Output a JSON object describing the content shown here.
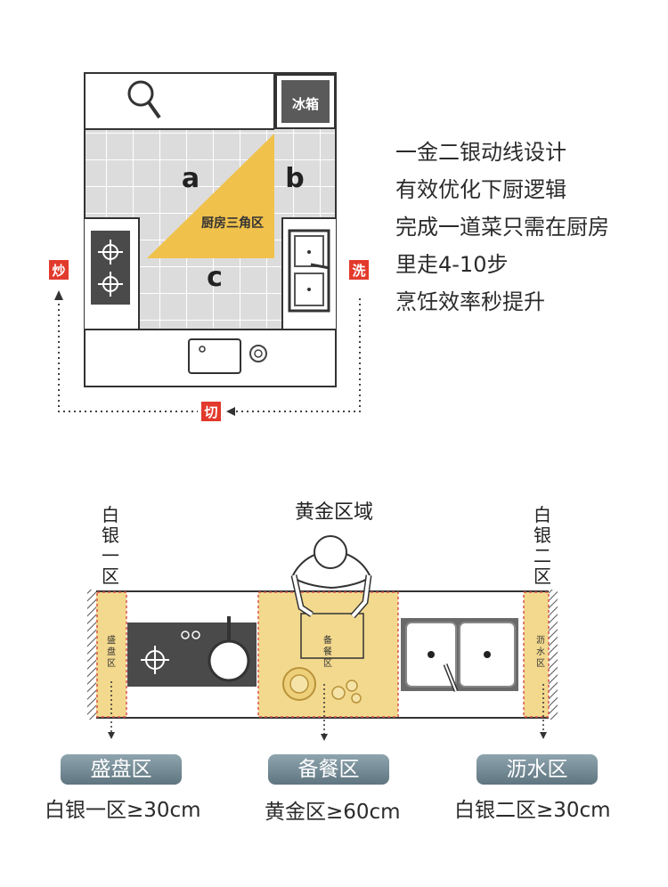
{
  "colors": {
    "gold": "#f0c14b",
    "gold_zone": "#f3d98e",
    "red_badge": "#e23a2c",
    "pill": "#6f8691",
    "tile": "#dcdcdc",
    "dark_appliance": "#4a4a4a"
  },
  "top_plan": {
    "fridge_label": "冰箱",
    "zone_a": "a",
    "zone_b": "b",
    "zone_c": "c",
    "triangle_label": "厨房三角区",
    "badge_fry": "炒",
    "badge_wash": "洗",
    "badge_cut": "切"
  },
  "description": {
    "lines": [
      "一金二银动线设计",
      "有效优化下厨逻辑",
      "完成一道菜只需在厨房",
      "里走4-10步",
      "烹饪效率秒提升"
    ]
  },
  "counter": {
    "gold_title": "黄金区域",
    "left_vertical": [
      "白",
      "银",
      "一",
      "区"
    ],
    "right_vertical": [
      "白",
      "银",
      "二",
      "区"
    ],
    "zone_left_small": [
      "盛",
      "盘",
      "区"
    ],
    "zone_mid_small": [
      "备",
      "餐",
      "区"
    ],
    "zone_right_small": [
      "沥",
      "水",
      "区"
    ]
  },
  "zones": [
    {
      "pill": "盛盘区",
      "req": "白银一区≥30cm"
    },
    {
      "pill": "备餐区",
      "req": "黄金区≥60cm"
    },
    {
      "pill": "沥水区",
      "req": "白银二区≥30cm"
    }
  ]
}
